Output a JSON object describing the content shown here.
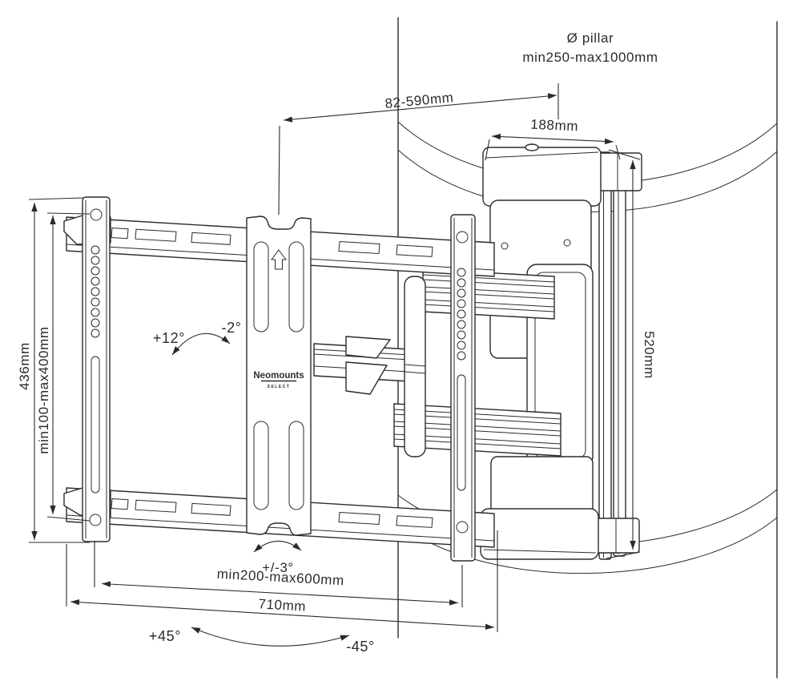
{
  "drawing": {
    "title": "pillar TV mount dimensional drawing",
    "background": "#ffffff",
    "line_color": "#2b2b2b",
    "brand": {
      "name": "Neomounts",
      "sub": "SELECT"
    },
    "labels": {
      "pillar_diameter_line1": "Ø pillar",
      "pillar_diameter_line2": "min250-max1000mm",
      "extension_range": "82-590mm",
      "clamp_width": "188mm",
      "bracket_height": "436mm",
      "vesa_height_range": "min100-max400mm",
      "clamp_height": "520mm",
      "tilt_up": "+12°",
      "tilt_down": "-2°",
      "level_adjust": "+/-3°",
      "vesa_width_range": "min200-max600mm",
      "bracket_width": "710mm",
      "swivel_left": "+45°",
      "swivel_right": "-45°"
    }
  }
}
